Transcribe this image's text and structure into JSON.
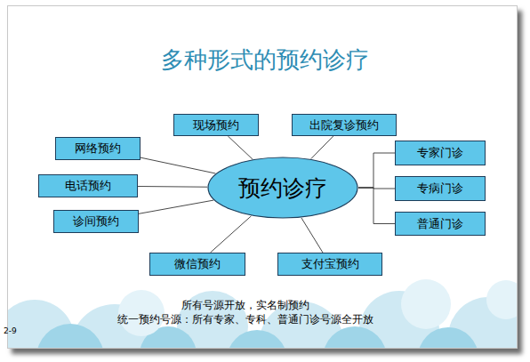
{
  "diagram": {
    "title": "多种形式的预约诊疗",
    "nodes": [
      {
        "text": [
          "现场预约"
        ]
      },
      {
        "text": [
          "出院复诊预约"
        ]
      },
      {
        "text": [
          "网络预约"
        ]
      },
      {
        "text": [
          "专家门诊"
        ]
      },
      {
        "text": [
          "电话预约"
        ]
      },
      {
        "text": [
          "预约诊疗"
        ]
      },
      {
        "text": [
          "专病门诊"
        ]
      },
      {
        "text": [
          "诊间预约"
        ]
      },
      {
        "text": [
          "普通门诊"
        ]
      },
      {
        "text": [
          "微信预约"
        ]
      },
      {
        "text": [
          "支付宝预约"
        ]
      }
    ],
    "edges": [
      {
        "from": 5,
        "to": 0,
        "arrow": "none"
      },
      {
        "from": 5,
        "to": 1,
        "arrow": "none"
      },
      {
        "from": 5,
        "to": 2,
        "arrow": "none"
      },
      {
        "from": 5,
        "to": 4,
        "arrow": "none"
      },
      {
        "from": 5,
        "to": 7,
        "arrow": "none"
      },
      {
        "from": 5,
        "to": 9,
        "arrow": "none"
      },
      {
        "from": 5,
        "to": 10,
        "arrow": "none"
      },
      {
        "from": 5,
        "to": 3,
        "arrow": "none"
      },
      {
        "from": 5,
        "to": 6,
        "arrow": "none"
      },
      {
        "from": 5,
        "to": 8,
        "arrow": "none"
      }
    ],
    "labels": [
      "所有号源开放，实名制预约",
      "统一预约号源：所有专家、专科、普通门诊号源全开放",
      "2-9"
    ]
  }
}
